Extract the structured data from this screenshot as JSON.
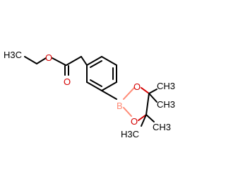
{
  "molecule": {
    "labels": {
      "ethyl_ch3": "H3C",
      "ester_o": "O",
      "carbonyl_o": "O",
      "boron": "B",
      "ring_o_top": "O",
      "ring_o_bottom": "O",
      "methyl_1": "CH3",
      "methyl_2": "CH3",
      "methyl_3": "CH3",
      "methyl_4": "H3C"
    },
    "colors": {
      "carbon_bond": "#000000",
      "oxygen": "#d40000",
      "boron": "#ff8a75"
    }
  }
}
